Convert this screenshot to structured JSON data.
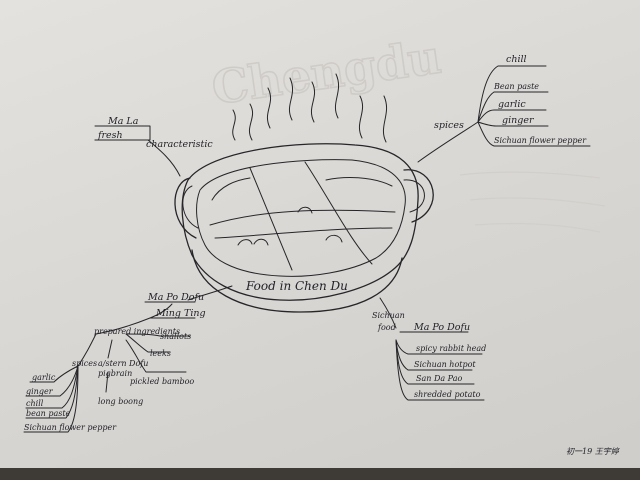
{
  "center": {
    "label": "Food in Chen Du"
  },
  "characteristic": {
    "label": "characteristic",
    "items": [
      "Ma La",
      "fresh"
    ]
  },
  "spices_right": {
    "label": "spices",
    "items": [
      "chill",
      "Bean paste",
      "garlic",
      "ginger",
      "Sichuan flower pepper"
    ]
  },
  "mapo_dofu_left": {
    "label": "Ma Po Dofu",
    "sub": "Ming Ting"
  },
  "prepared_ingredients": {
    "label": "prepared ingredients",
    "items": [
      "shallots",
      "leeks",
      "a/stern Dofu",
      "pigbrain",
      "pickled bamboo",
      "long boong"
    ]
  },
  "spices_left": {
    "label": "spices",
    "items": [
      "garlic",
      "ginger",
      "chill",
      "bean paste",
      "Sichuan flower pepper"
    ]
  },
  "sichuan_food": {
    "label": "Sichuan food",
    "items": [
      "Ma Po Dofu",
      "spicy rabbit head",
      "Sichuan hotpot",
      "San Da Pao",
      "shredded potato"
    ]
  },
  "signature": "初一19 王宇婷"
}
